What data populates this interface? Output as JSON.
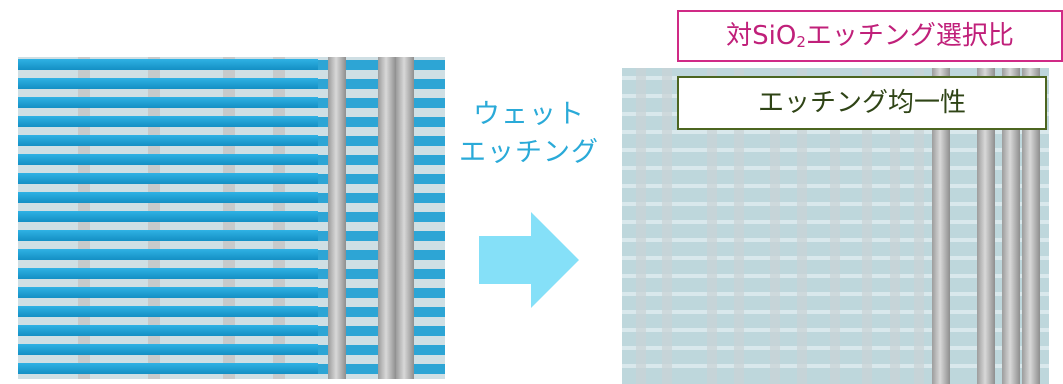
{
  "before_panel": {
    "label": ""
  },
  "process": {
    "line1": "ウェット",
    "line2": "エッチング"
  },
  "after_panel": {
    "tag_selectivity": {
      "prefix": "対SiO",
      "subscript": "2",
      "suffix": "エッチング選択比"
    },
    "tag_uniformity": "エッチング均一性"
  },
  "colors": {
    "nitride_layer": "#1aa3d8",
    "oxide_layer": "#d6e4e8",
    "pillar": "#b8b8b8",
    "arrow": "#85e0f8",
    "process_text": "#2aaad8",
    "tag_selectivity_border": "#d02a86",
    "tag_uniformity_border": "#4c6520"
  }
}
